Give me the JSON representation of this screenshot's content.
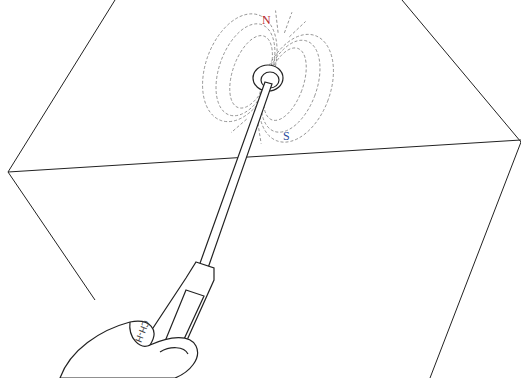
{
  "diagram": {
    "labels": [
      "N",
      "S",
      "CH-H"
    ]
  }
}
